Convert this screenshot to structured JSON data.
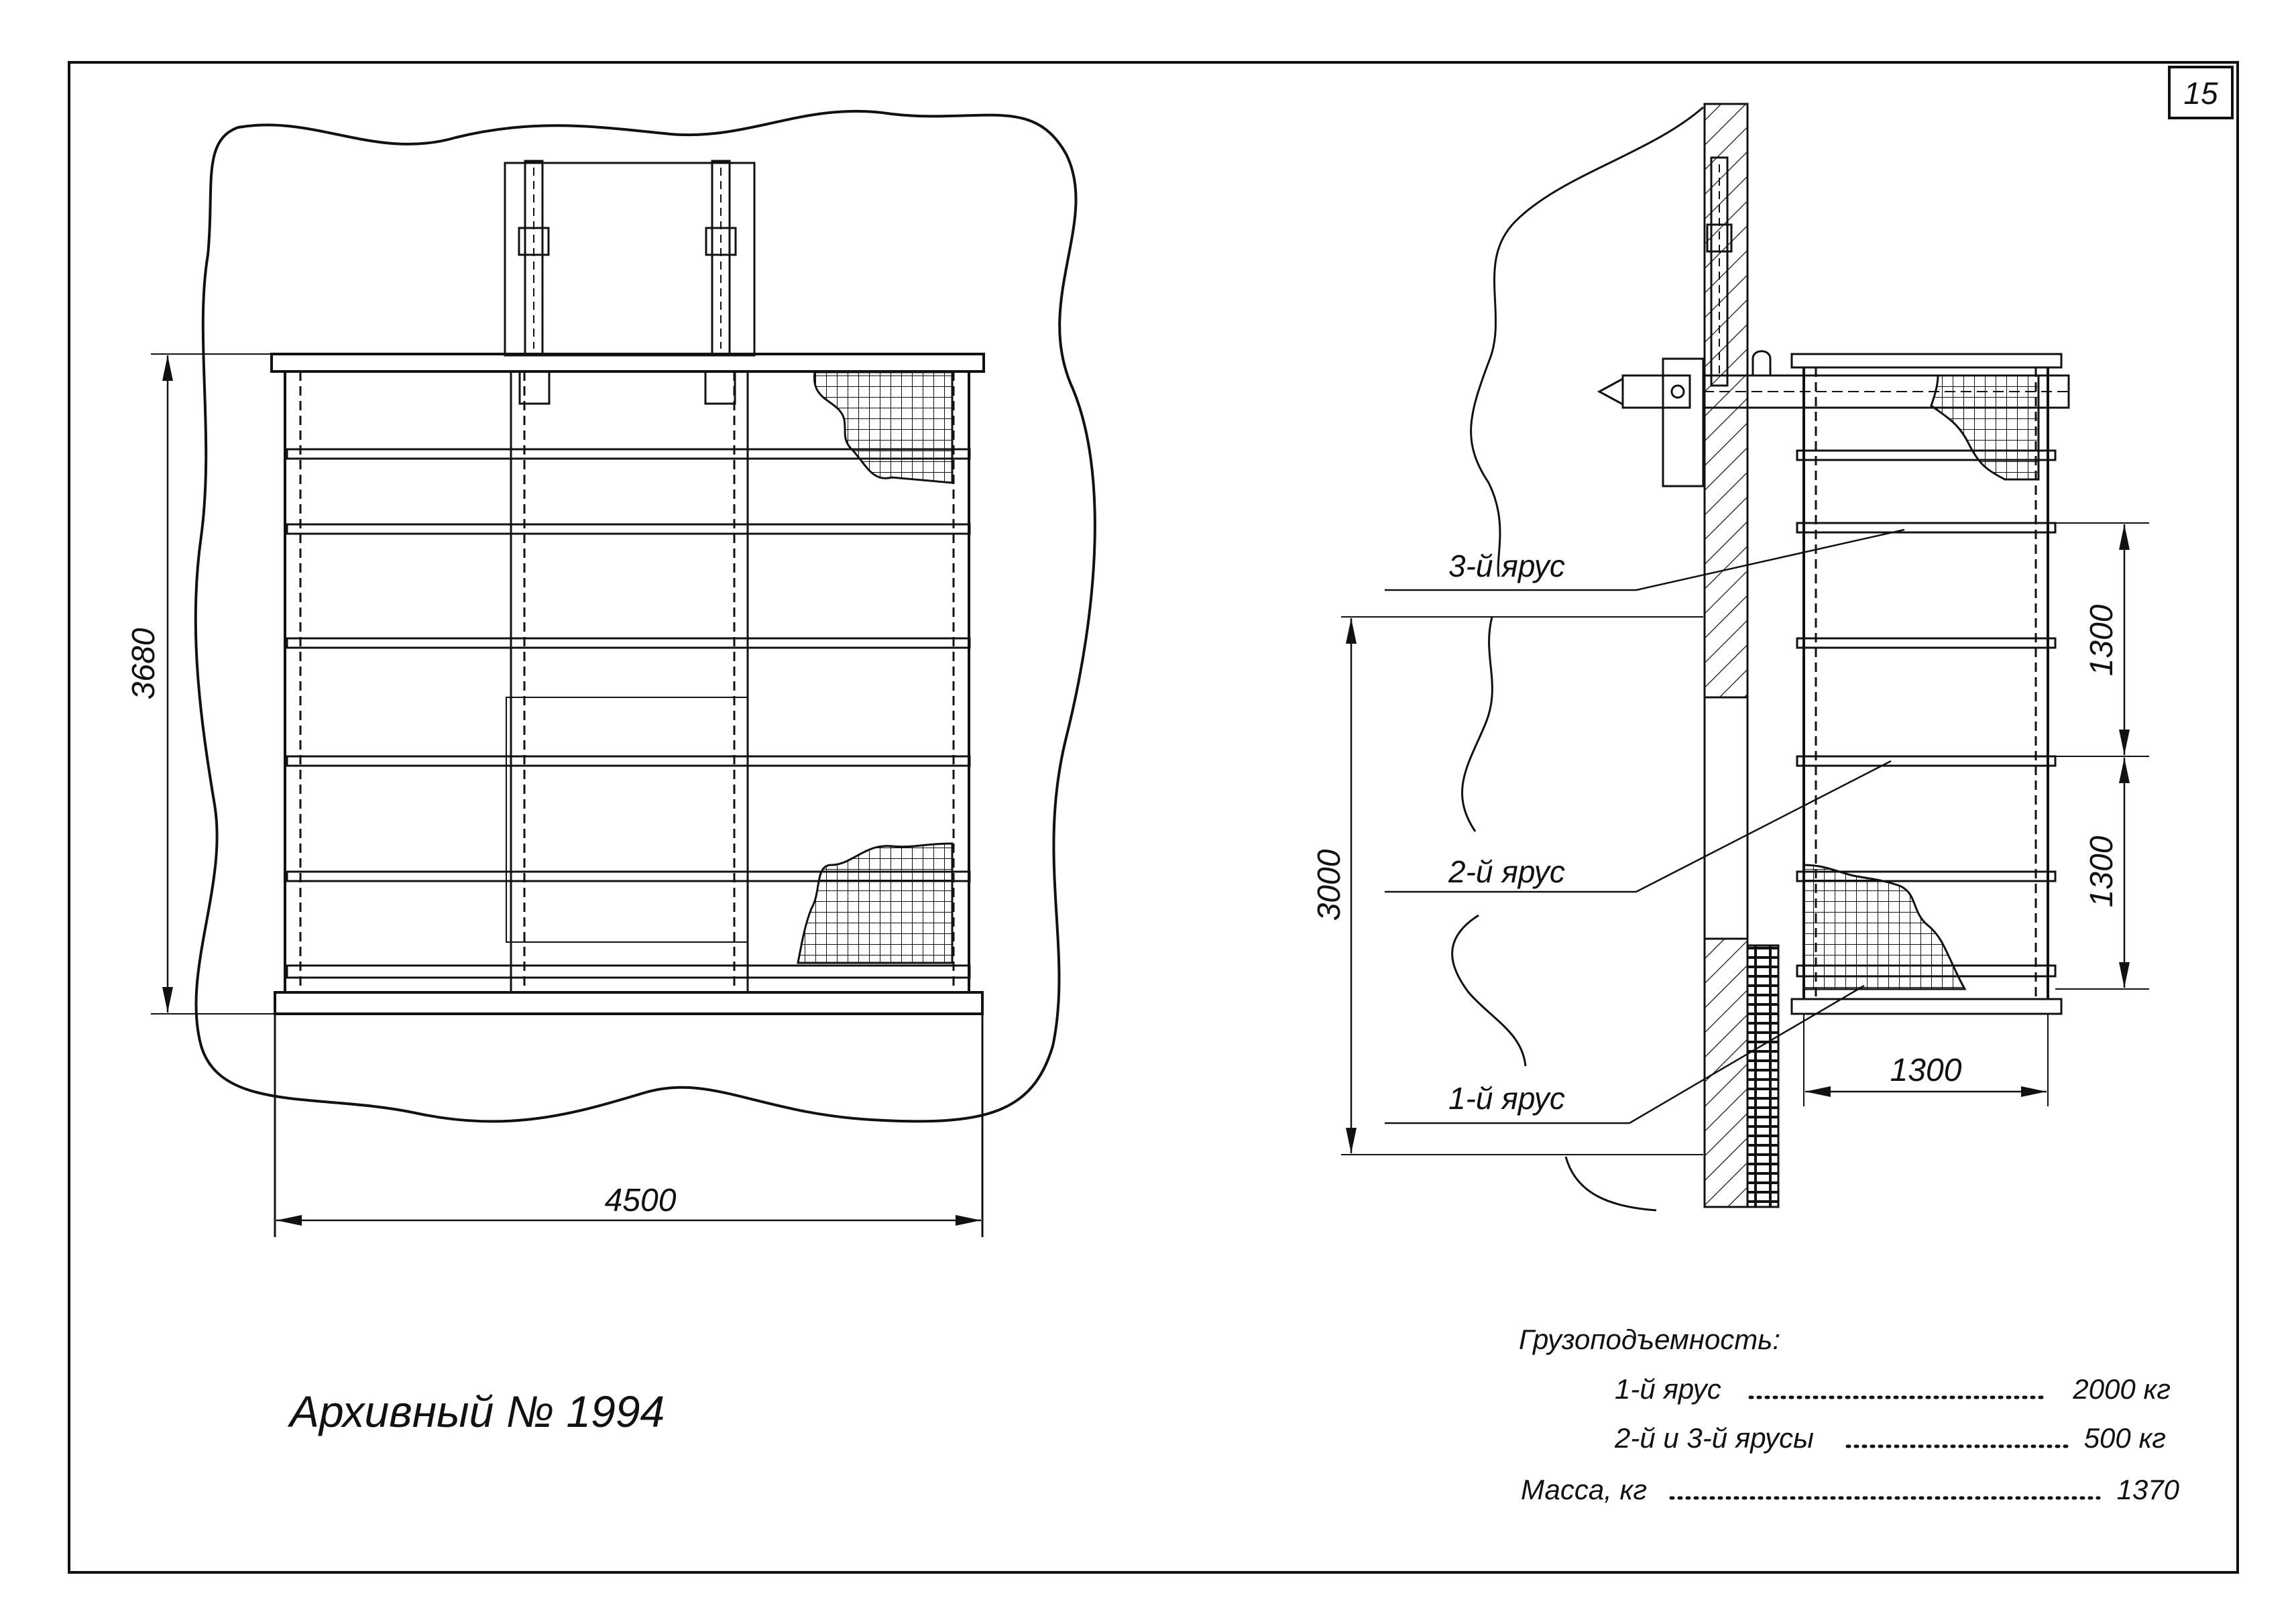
{
  "sheet": {
    "page_number": "15",
    "archive_label": "Архивный № 1994"
  },
  "front_view": {
    "width_dimension": "4500",
    "height_dimension": "3680"
  },
  "side_view": {
    "tier_labels": [
      "3-й ярус",
      "2-й ярус",
      "1-й ярус"
    ],
    "overall_height_dimension": "3000",
    "tier_spacing_upper": "1300",
    "tier_spacing_lower": "1300",
    "depth_dimension": "1300"
  },
  "specs": {
    "capacity_heading": "Грузоподъемность:",
    "tier1_label": "1-й ярус",
    "tier1_value": "2000 кг",
    "tier23_label": "2-й и 3-й ярусы",
    "tier23_value": "500 кг",
    "mass_label": "Масса, кг",
    "mass_value": "1370"
  }
}
